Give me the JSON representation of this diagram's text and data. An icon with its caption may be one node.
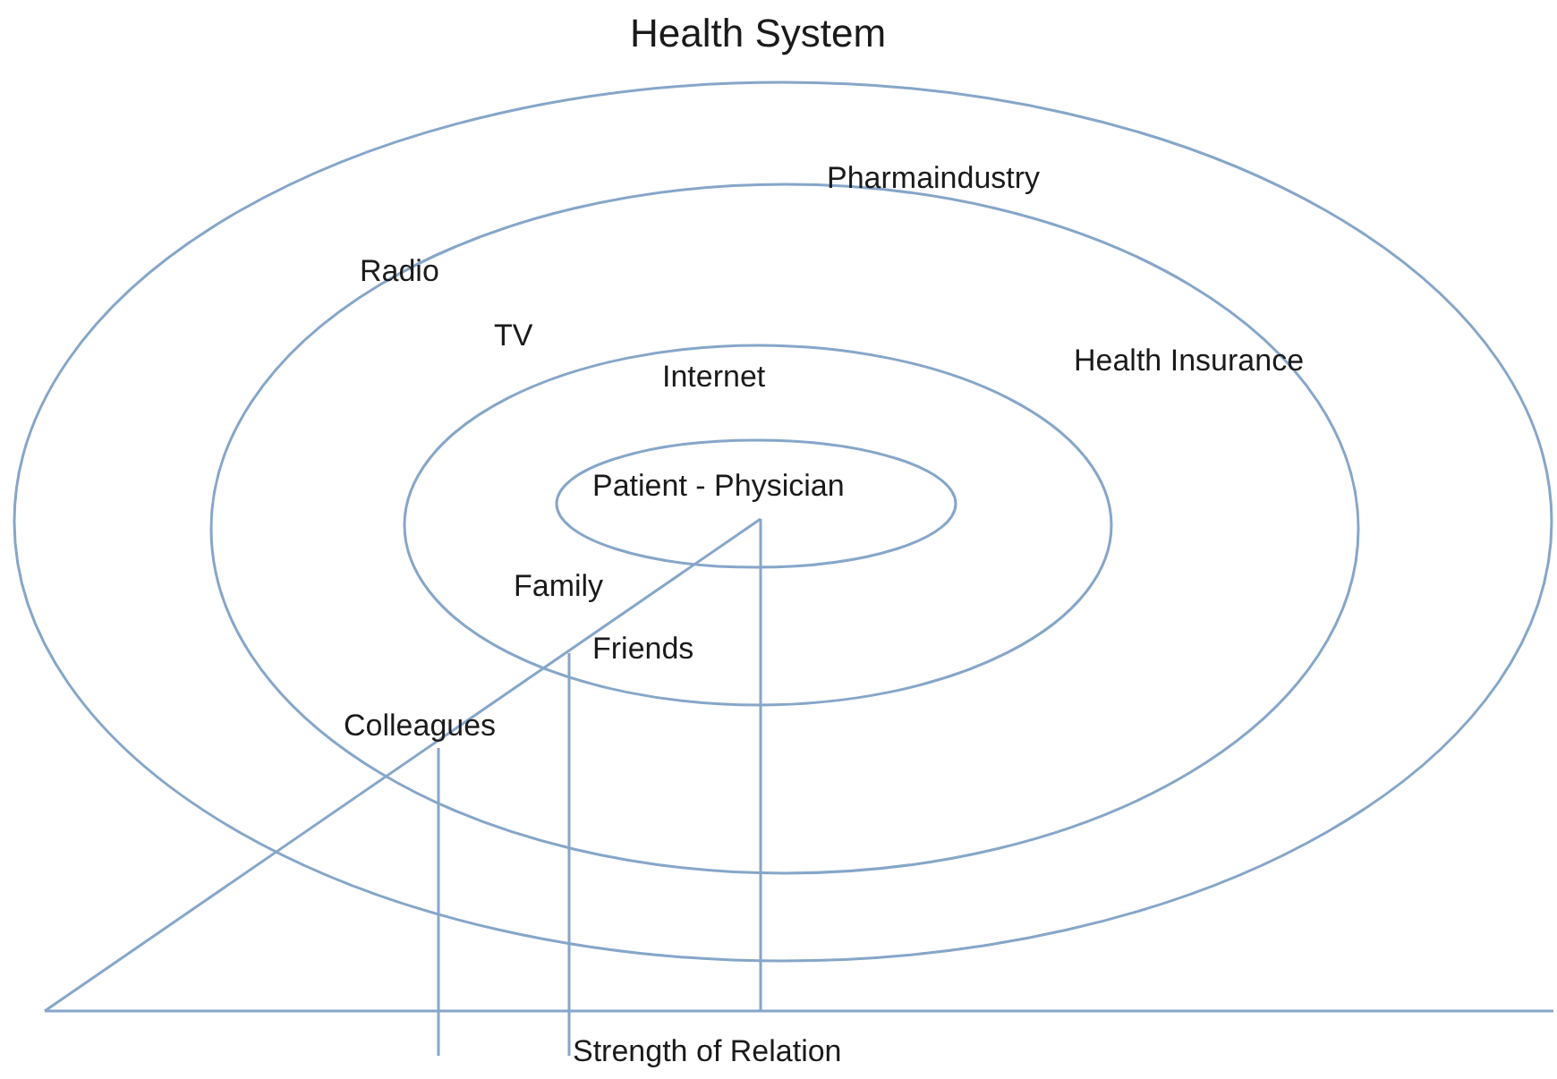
{
  "diagram": {
    "nodes": [
      {
        "text": [
          "Health System",
          "Pharmaindustry",
          "Radio"
        ]
      },
      {
        "text": [
          "TV",
          "Colleagues",
          "Health Insurance"
        ],
        "in": 0
      },
      {
        "text": [
          "Internet",
          "Family",
          "Friends"
        ],
        "in": 1
      },
      {
        "text": [
          "Patient - Physician"
        ],
        "in": 2
      }
    ],
    "labels": [
      "Strength of Relation"
    ]
  }
}
